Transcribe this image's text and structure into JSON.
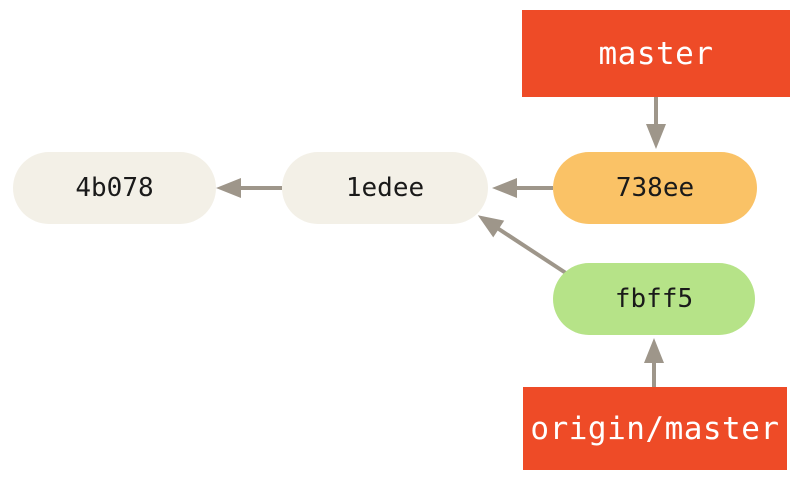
{
  "diagram": {
    "type": "git-commit-graph",
    "branch_labels": [
      {
        "id": "master",
        "label": "master"
      },
      {
        "id": "origin-master",
        "label": "origin/master"
      }
    ],
    "commits": [
      {
        "id": "4b078",
        "label": "4b078",
        "role": "plain"
      },
      {
        "id": "1edee",
        "label": "1edee",
        "role": "plain"
      },
      {
        "id": "738ee",
        "label": "738ee",
        "role": "highlight"
      },
      {
        "id": "fbff5",
        "label": "fbff5",
        "role": "remote"
      }
    ],
    "edges": [
      {
        "from": "master",
        "to": "738ee"
      },
      {
        "from": "738ee",
        "to": "1edee"
      },
      {
        "from": "1edee",
        "to": "4b078"
      },
      {
        "from": "fbff5",
        "to": "1edee"
      },
      {
        "from": "origin/master",
        "to": "fbff5"
      }
    ]
  },
  "colors": {
    "background": "#FFFFFF",
    "branch_label_bg": "#EE4B27",
    "branch_label_text": "#FFFFFF",
    "commit_plain_bg": "#F3F0E7",
    "commit_highlight_bg": "#FAC266",
    "commit_remote_bg": "#B6E388",
    "commit_text": "#1A1A1A",
    "arrow": "#9E968A"
  }
}
